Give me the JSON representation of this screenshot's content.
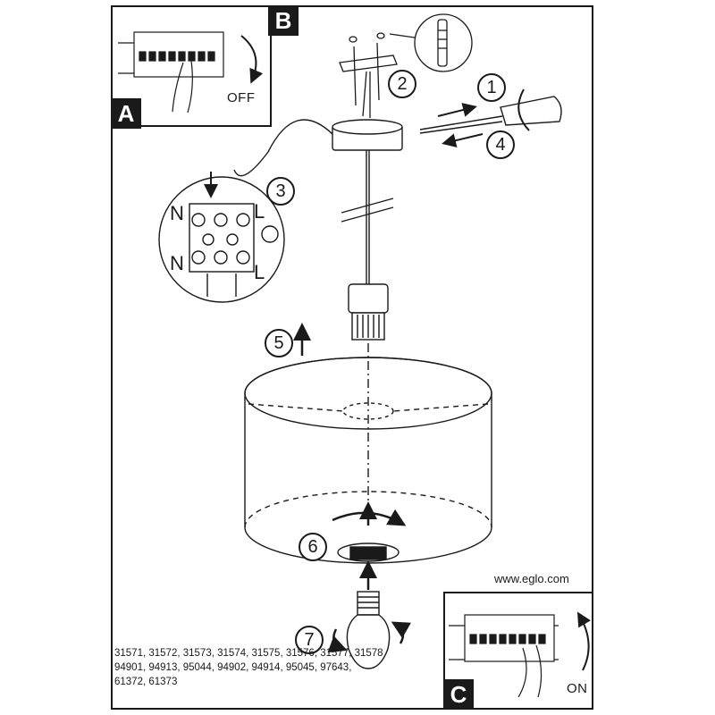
{
  "insets": {
    "a": {
      "letter": "A",
      "switch_label": "OFF"
    },
    "b": {
      "letter": "B"
    },
    "c": {
      "letter": "C",
      "switch_label": "ON"
    }
  },
  "steps": [
    "1",
    "2",
    "3",
    "4",
    "5",
    "6",
    "7"
  ],
  "terminal": {
    "left_top": "N",
    "left_bottom": "N",
    "right_top": "L",
    "right_bottom": "L"
  },
  "website": "www.eglo.com",
  "model_numbers": [
    "31571, 31572, 31573, 31574, 31575, 31576, 31577, 31578",
    "94901, 94913, 95044, 94902, 94914, 95045, 97643,",
    "61372, 61373"
  ]
}
